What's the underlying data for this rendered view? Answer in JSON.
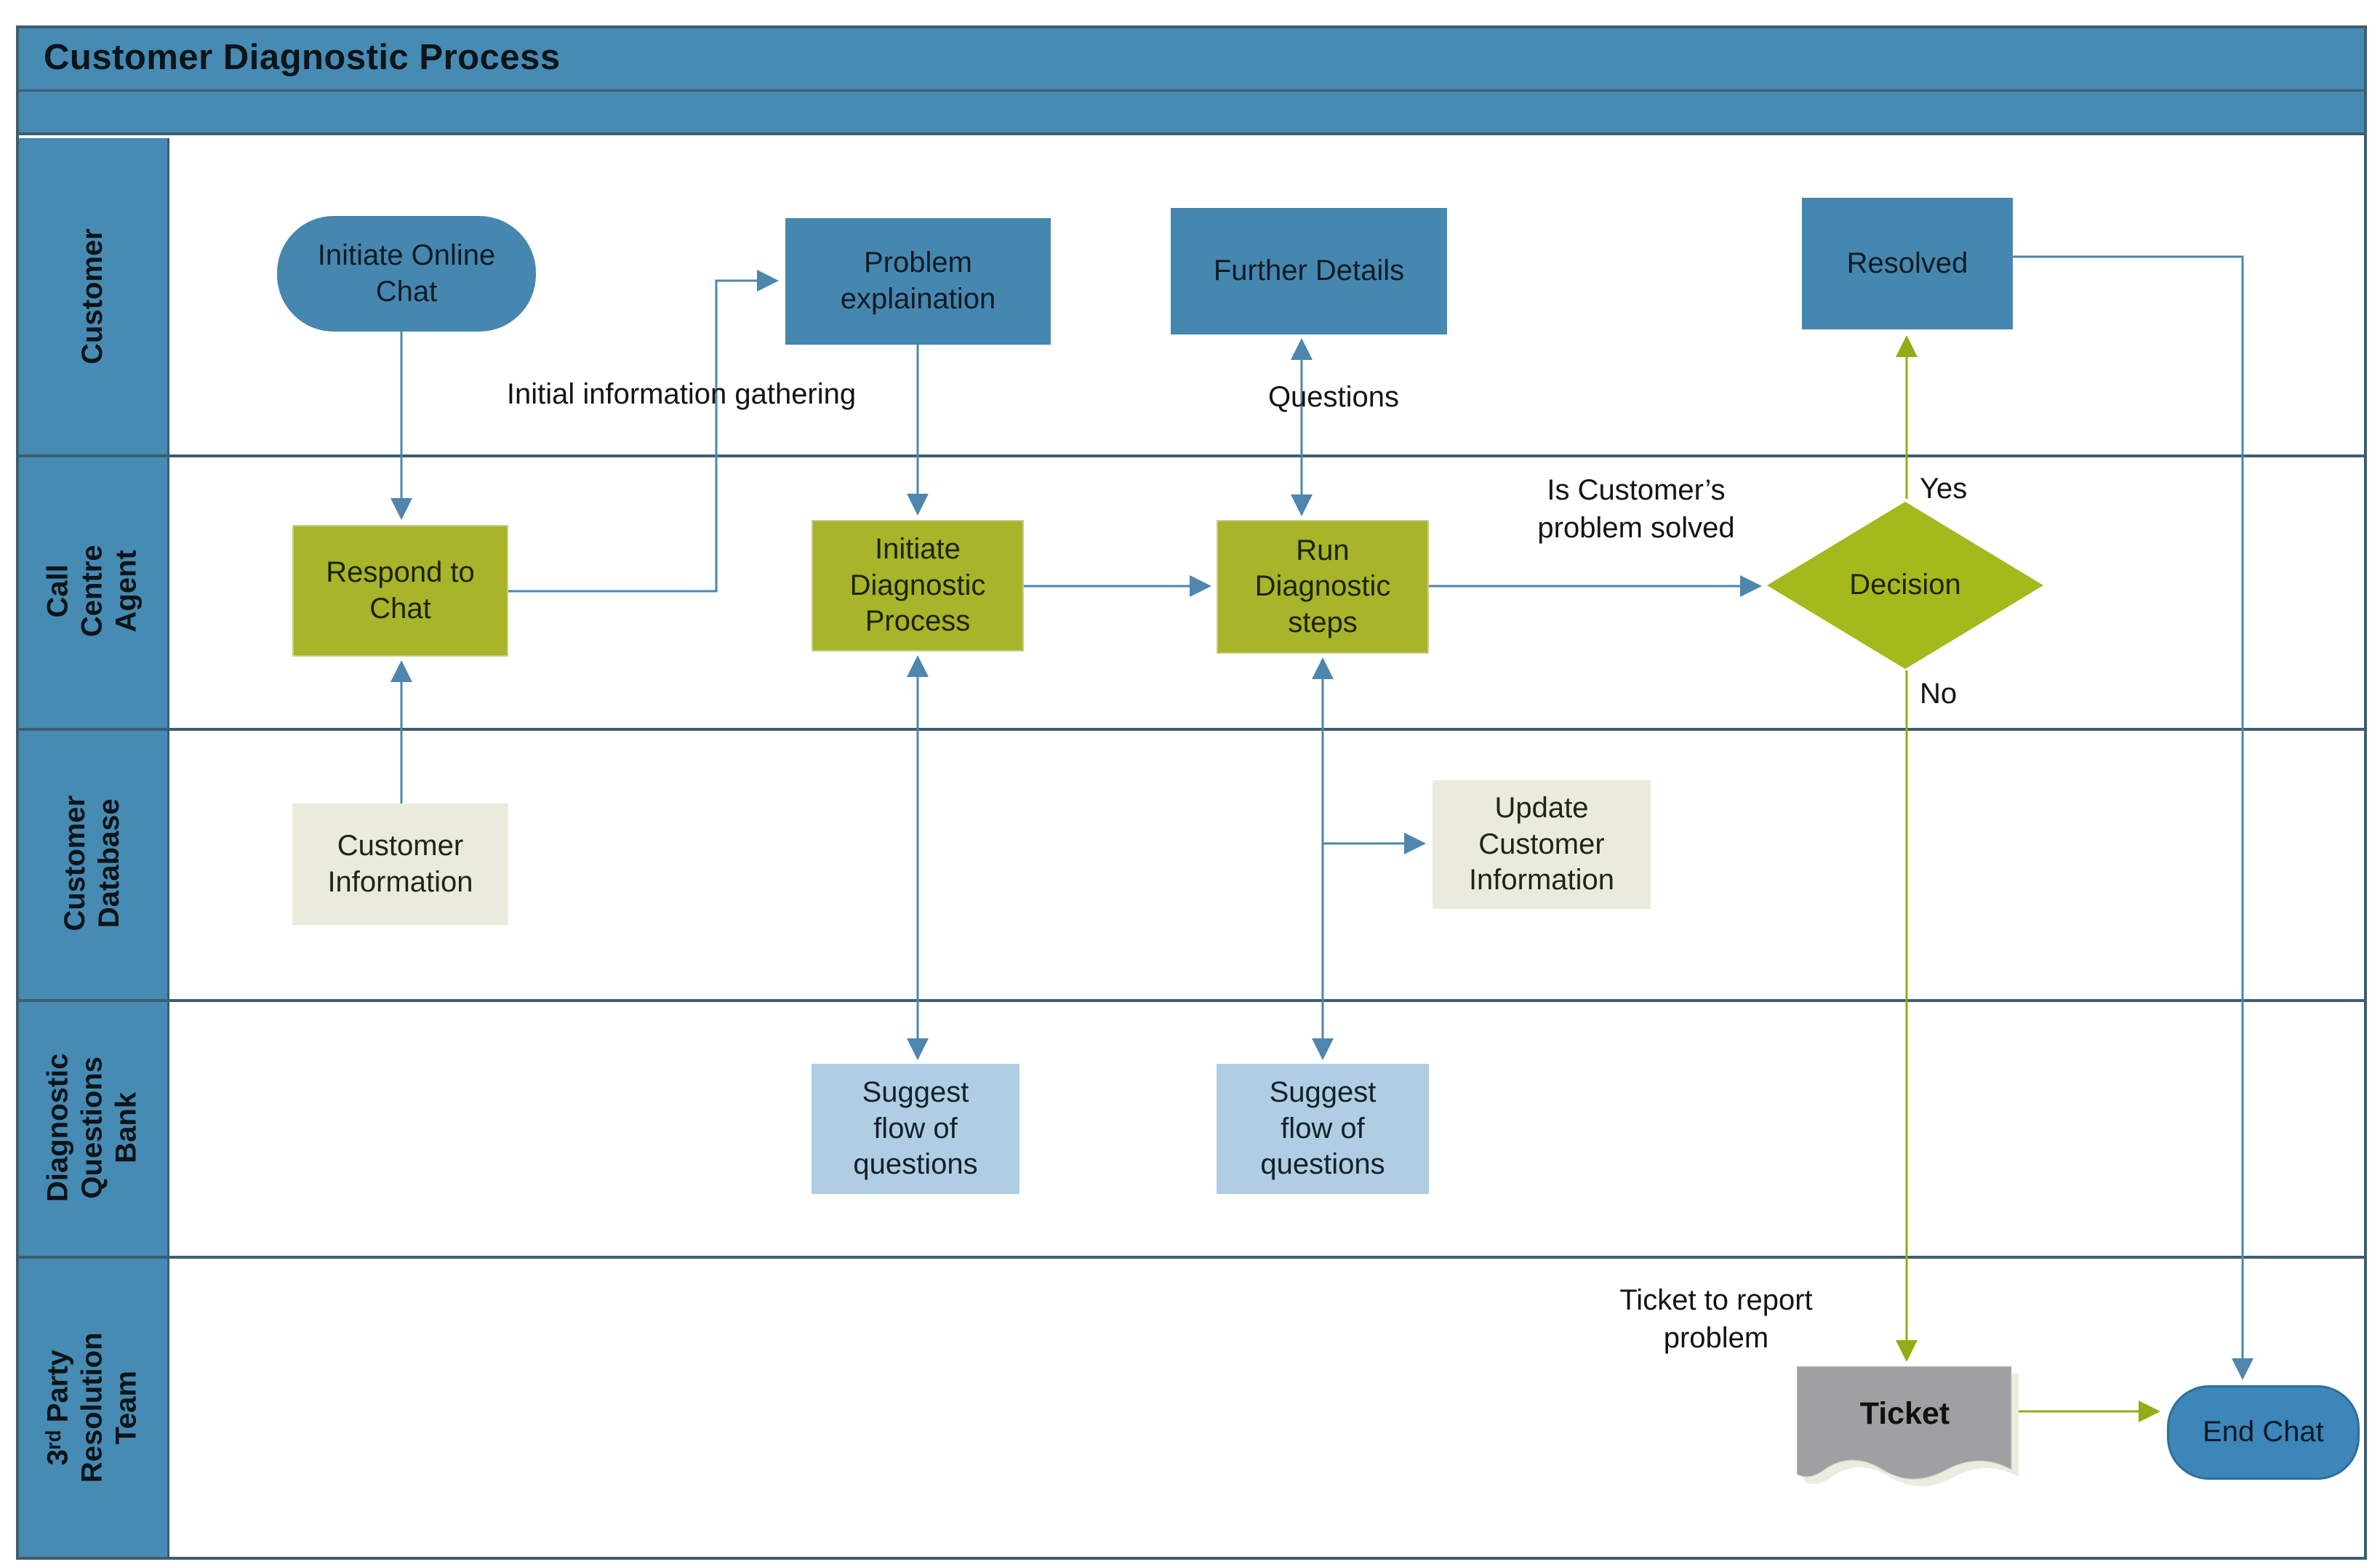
{
  "title": "Customer Diagnostic Process",
  "lanes": [
    {
      "label": "Customer"
    },
    {
      "label": "Call Centre\nAgent"
    },
    {
      "label": "Customer\nDatabase"
    },
    {
      "label": "Diagnostic\nQuestions\nBank"
    },
    {
      "label": "3ʳᵈ Party\nResolution Team"
    }
  ],
  "nodes": {
    "initiate_online_chat": "Initiate Online\nChat",
    "problem_explaination": "Problem\nexplaination",
    "further_details": "Further Details",
    "resolved": "Resolved",
    "respond_to_chat": "Respond to\nChat",
    "initiate_diagnostic_process": "Initiate\nDiagnostic\nProcess",
    "run_diagnostic_steps": "Run\nDiagnostic\nsteps",
    "decision": "Decision",
    "customer_information": "Customer\nInformation",
    "update_customer_information": "Update\nCustomer\nInformation",
    "suggest_flow_of_questions_1": "Suggest\nflow of\nquestions",
    "suggest_flow_of_questions_2": "Suggest\nflow of\nquestions",
    "ticket": "Ticket",
    "end_chat": "End Chat"
  },
  "edge_labels": {
    "initial_information_gathering": "Initial information gathering",
    "questions": "Questions",
    "is_problem_solved": "Is Customer’s\nproblem solved",
    "yes": "Yes",
    "no": "No",
    "ticket_to_report_problem": "Ticket to report\nproblem"
  },
  "colors": {
    "band_blue": "#468BB4",
    "shape_blue": "#4687AF",
    "end_chat_blue": "#3C86B9",
    "olive": "#A8B429",
    "diamond_olive": "#A5B81C",
    "light_blue": "#AFCEE3",
    "beige": "#EAEBDB",
    "ticket_gray": "#9EA0A1",
    "line_dark": "#3E5D6E",
    "arrow_blue": "#4E86AE",
    "arrow_green": "#93AB15"
  }
}
